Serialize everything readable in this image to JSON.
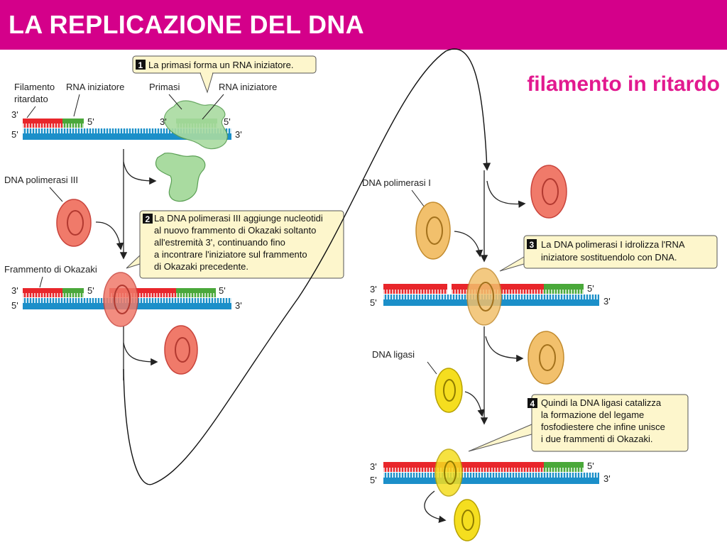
{
  "header": {
    "title": "LA REPLICAZIONE DEL DNA",
    "subtitle": "filamento in ritardo",
    "bar_color": "#d4008a"
  },
  "labels": {
    "lagging_strand": [
      "Filamento",
      "ritardato"
    ],
    "rna_primer_left": "RNA iniziatore",
    "primase": "Primasi",
    "rna_primer_right": "RNA iniziatore",
    "dna_pol_iii": "DNA polimerasi III",
    "okazaki_fragment": "Frammento di Okazaki",
    "dna_pol_i": "DNA polimerasi I",
    "dna_ligase": "DNA ligasi"
  },
  "ends": {
    "three_prime": "3'",
    "five_prime": "5'"
  },
  "steps": [
    {
      "number": "1",
      "lines": [
        "La primasi forma un RNA iniziatore."
      ]
    },
    {
      "number": "2",
      "lines": [
        "La DNA polimerasi III aggiunge nucleotidi",
        "al nuovo frammento di Okazaki soltanto",
        "all'estremità 3', continuando fino",
        "a incontrare l'iniziatore sul frammento",
        "di Okazaki precedente."
      ]
    },
    {
      "number": "3",
      "lines": [
        "La DNA polimerasi I idrolizza l'RNA",
        "iniziatore sostituendolo con DNA."
      ]
    },
    {
      "number": "4",
      "lines": [
        "Quindi la DNA ligasi catalizza",
        "la formazione del legame",
        "fosfodiestere che infine unisce",
        "i due frammenti di Okazaki."
      ]
    }
  ],
  "colors": {
    "dna_new": "#e8262b",
    "rna_primer": "#4aa83a",
    "template_strand": "#1b8fc9",
    "primase": "#a9dba0",
    "pol_iii": "#f07a6a",
    "pol_i": "#f2c06c",
    "ligase": "#f5de1f",
    "callout_fill": "#fdf6cc"
  }
}
